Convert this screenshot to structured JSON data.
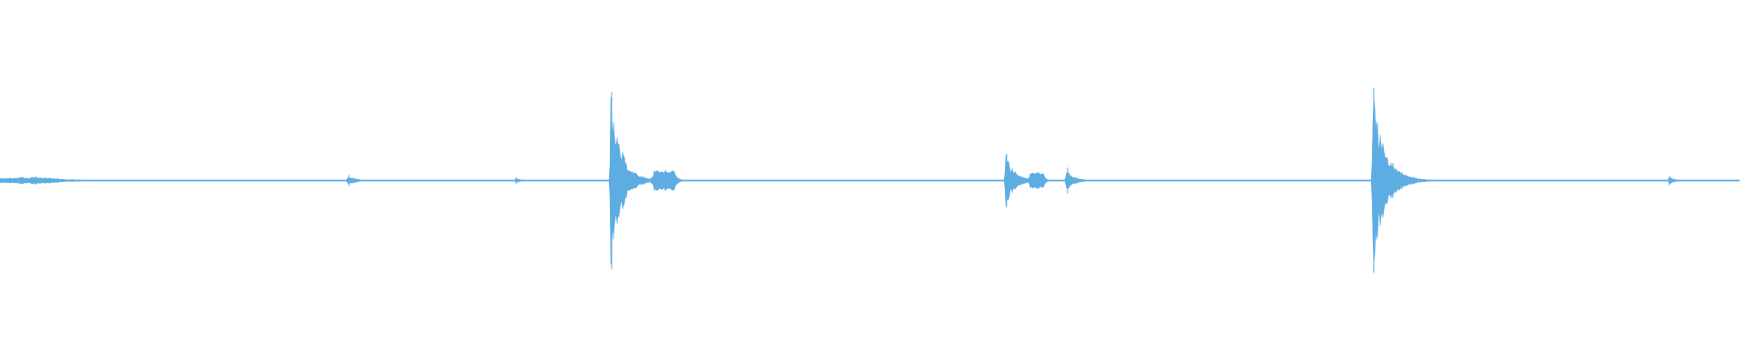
{
  "waveform": {
    "color": "#5DADE2",
    "background": "#FFFFFF",
    "duration_fraction_axis": [
      0,
      1
    ],
    "baseline_amplitude": 0.004,
    "events": [
      {
        "t": 0.0,
        "amp": 0.03,
        "decay": 0.02,
        "kind": "hum"
      },
      {
        "t": 0.012,
        "amp": 0.04,
        "decay": 0.018,
        "kind": "hum"
      },
      {
        "t": 0.02,
        "amp": 0.045,
        "decay": 0.01,
        "kind": "hum"
      },
      {
        "t": 0.028,
        "amp": 0.035,
        "decay": 0.012,
        "kind": "hum"
      },
      {
        "t": 0.2,
        "amp": 0.06,
        "decay": 0.004,
        "kind": "click"
      },
      {
        "t": 0.296,
        "amp": 0.035,
        "decay": 0.003,
        "kind": "click"
      },
      {
        "t": 0.351,
        "amp": 0.96,
        "decay": 0.006,
        "kind": "impact"
      },
      {
        "t": 0.382,
        "amp": 0.11,
        "decay": 0.006,
        "kind": "burst"
      },
      {
        "t": 0.578,
        "amp": 0.29,
        "decay": 0.005,
        "kind": "impact"
      },
      {
        "t": 0.596,
        "amp": 0.09,
        "decay": 0.004,
        "kind": "burst"
      },
      {
        "t": 0.613,
        "amp": 0.14,
        "decay": 0.004,
        "kind": "impact"
      },
      {
        "t": 0.789,
        "amp": 1.0,
        "decay": 0.007,
        "kind": "impact"
      },
      {
        "t": 0.81,
        "amp": 0.035,
        "decay": 0.004,
        "kind": "click"
      },
      {
        "t": 0.959,
        "amp": 0.05,
        "decay": 0.003,
        "kind": "click"
      }
    ]
  }
}
